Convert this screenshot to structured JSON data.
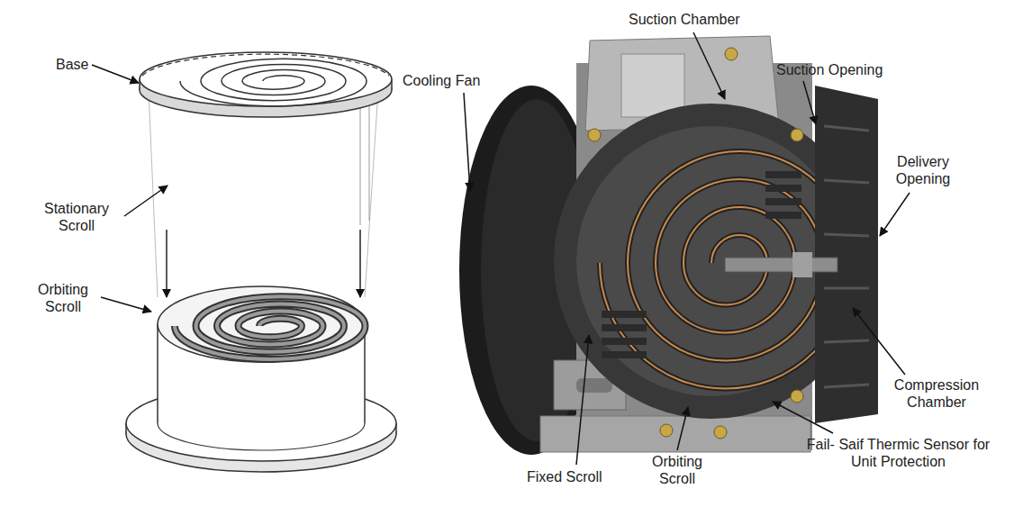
{
  "diagram": {
    "labels": [
      "Base",
      "Stationary Scroll",
      "Orbiting Scroll",
      "Cooling Fan",
      "Suction Chamber",
      "Suction Opening",
      "Delivery Opening",
      "Compression Chamber",
      "Fail- Saif Thermic Sensor for Unit Protection",
      "Fixed Scroll",
      "Orbiting Scroll"
    ]
  }
}
